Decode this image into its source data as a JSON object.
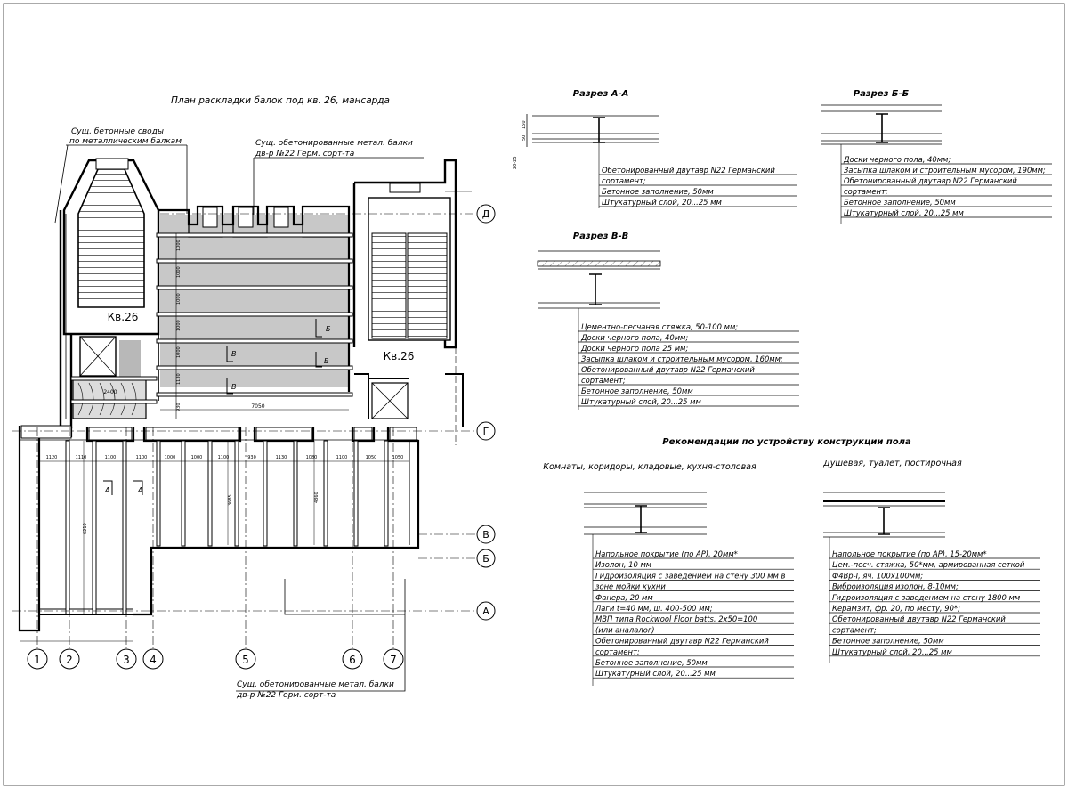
{
  "colors": {
    "line": "#000000",
    "hatch": "#c8c8c8",
    "frame": "#555555"
  },
  "plan": {
    "title": "План раскладки балок под кв. 26, мансарда",
    "note_vaults_1": "Сущ. бетонные своды",
    "note_vaults_2": "по металлическим балкам",
    "note_beams_top_1": "Сущ. обетонированные метал. балки",
    "note_beams_top_2": "дв-р №22 Герм. сорт-та",
    "note_beams_bot_1": "Сущ. обетонированные метал. балки",
    "note_beams_bot_2": "дв-р №22 Герм. сорт-та",
    "apt_left": "Кв.26",
    "apt_right": "Кв.26",
    "axes_h": [
      "Д",
      "Г",
      "В",
      "Б",
      "А"
    ],
    "axes_v": [
      "1",
      "2",
      "3",
      "4",
      "5",
      "6",
      "7"
    ],
    "dims_bottom": [
      "1120",
      "1110",
      "1100",
      "1100",
      "1000",
      "1000",
      "1100",
      "930",
      "1130",
      "1080",
      "1100",
      "1050",
      "1050"
    ],
    "dims_vertical": [
      "1000",
      "1000",
      "1000",
      "1000",
      "1000",
      "1130",
      "930"
    ],
    "dim_7050": "7050",
    "dim_2400": "2400",
    "dim_6210": "6210",
    "dim_3685": "3685",
    "dim_4860": "4860",
    "sec_B": "Б",
    "sec_V": "В",
    "sec_A": "А"
  },
  "sections": {
    "aa": {
      "title": "Разрез А-А",
      "dims": [
        "150",
        "50",
        "20-25"
      ],
      "lines": [
        "Обетонированный двутавр N22 Германский",
        "сортамент;",
        "Бетонное заполнение, 50мм",
        "Штукатурный слой, 20...25 мм"
      ]
    },
    "bb": {
      "title": "Разрез Б-Б",
      "lines": [
        "Доски черного пола, 40мм;",
        "Засыпка шлаком и строительным мусором, 190мм;",
        "Обетонированный двутавр N22 Германский",
        "сортамент;",
        "Бетонное заполнение, 50мм",
        "Штукатурный слой, 20...25 мм"
      ]
    },
    "vv": {
      "title": "Разрез В-В",
      "lines": [
        "Цементно-песчаная стяжка, 50-100 мм;",
        "Доски черного пола, 40мм;",
        "Доски черного пола 25 мм;",
        "Засыпка шлаком и строительным мусором, 160мм;",
        "Обетонированный двутавр N22 Германский",
        "сортамент;",
        "Бетонное заполнение, 50мм",
        "Штукатурный слой, 20...25 мм"
      ]
    }
  },
  "recommendations": {
    "title": "Рекомендации по устройству конструкции пола",
    "rooms_title": "Комнаты, коридоры, кладовые, кухня-столовая",
    "rooms_lines": [
      "Напольное покрытие (по АР), 20мм*",
      "Изолон, 10 мм",
      "Гидроизоляция с заведением на стену 300 мм в",
      "зоне мойки кухни",
      "Фанера, 20 мм",
      "Лаги t=40 мм, ш. 400-500 мм;",
      "МВП типа Rockwool Floor batts, 2х50=100",
      "(или аналалог)",
      "Обетонированный двутавр N22 Германский",
      "сортамент;",
      "Бетонное заполнение, 50мм",
      "Штукатурный слой, 20...25 мм"
    ],
    "wet_title": "Душевая, туалет, постирочная",
    "wet_lines": [
      "Напольное покрытие (по АР), 15-20мм*",
      "Цем.-песч. стяжка, 50*мм, армированная сеткой",
      "Ф4Вр-I, яч. 100х100мм;",
      "Виброизоляция изолон, 8-10мм;",
      "Гидроизоляция с заведением на стену 1800 мм",
      "Керамзит, фр. 20, по месту, 90*;",
      "Обетонированный двутавр N22 Германский",
      "сортамент;",
      "Бетонное заполнение, 50мм",
      "Штукатурный слой, 20...25 мм"
    ]
  }
}
